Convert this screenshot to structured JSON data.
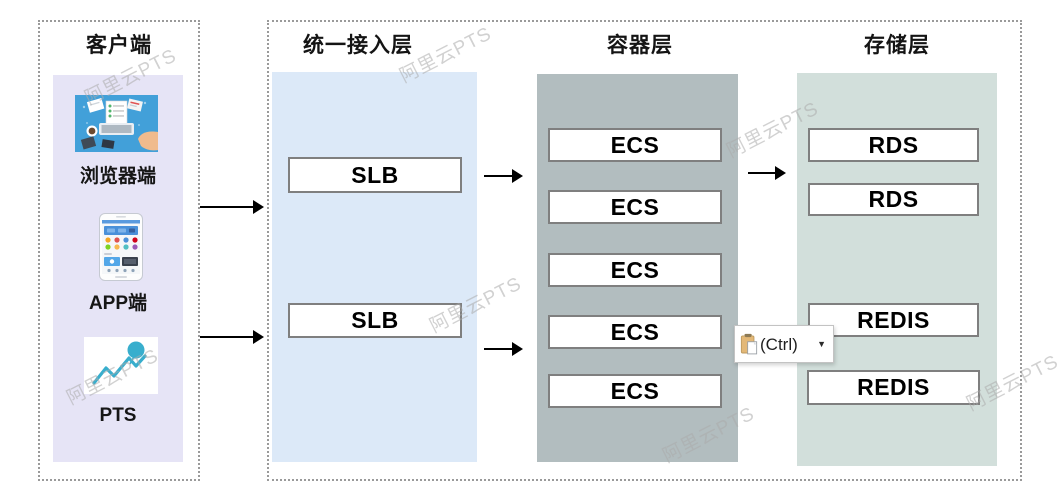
{
  "watermark": {
    "text": "阿里云PTS"
  },
  "client": {
    "title": "客户端",
    "items": [
      {
        "label": "浏览器端",
        "icon": "browser-illustration"
      },
      {
        "label": "APP端",
        "icon": "phone-illustration"
      },
      {
        "label": "PTS",
        "icon": "pts-line-chart-illustration"
      }
    ]
  },
  "layers": [
    {
      "title": "统一接入层",
      "nodes": [
        "SLB",
        "SLB"
      ]
    },
    {
      "title": "容器层",
      "nodes": [
        "ECS",
        "ECS",
        "ECS",
        "ECS",
        "ECS"
      ]
    },
    {
      "title": "存储层",
      "nodes": [
        "RDS",
        "RDS",
        "REDIS",
        "REDIS"
      ]
    }
  ],
  "paste_options": {
    "label": "(Ctrl)",
    "caret": "▼"
  },
  "colors": {
    "client_panel": "#e6e4f6",
    "access_panel": "#dce9f8",
    "container_panel": "#b2bdbf",
    "storage_panel": "#d2dfdb",
    "node_fill": "#ffffff",
    "node_border": "#7f7f7f",
    "arrow": "#000000",
    "watermark": "#acacac",
    "pts_icon_accent": "#38aecd"
  }
}
